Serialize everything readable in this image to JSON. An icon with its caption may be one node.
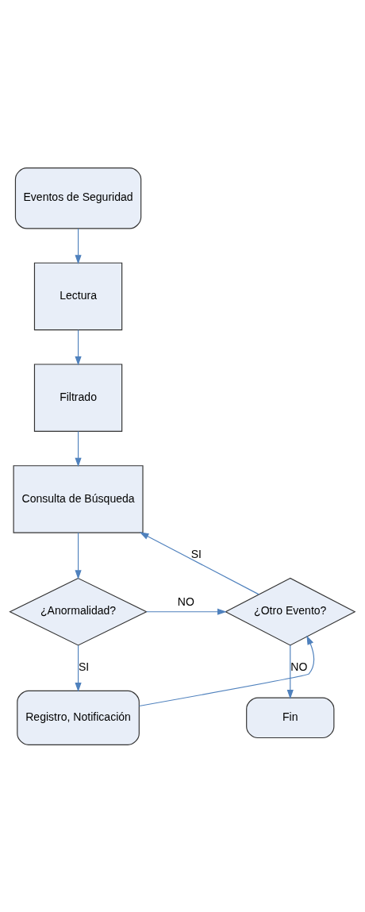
{
  "diagram": {
    "nodes": [
      {
        "text": [
          "Eventos de Seguridad"
        ]
      },
      {
        "text": [
          "Lectura"
        ]
      },
      {
        "text": [
          "Filtrado"
        ]
      },
      {
        "text": [
          "Consulta de Búsqueda"
        ]
      },
      {
        "text": [
          "¿Anormalidad?"
        ]
      },
      {
        "text": [
          "¿Otro Evento?"
        ]
      },
      {
        "text": [
          "Registro, Notificación"
        ]
      },
      {
        "text": [
          "Fin"
        ]
      }
    ],
    "edges": [
      {
        "from": 0,
        "to": 1,
        "arrow": "to"
      },
      {
        "from": 1,
        "to": 2,
        "arrow": "to"
      },
      {
        "from": 2,
        "to": 3,
        "arrow": "to"
      },
      {
        "from": 3,
        "to": 4,
        "arrow": "to"
      },
      {
        "from": 4,
        "to": 6,
        "arrow": "to",
        "label": "SI"
      },
      {
        "from": 4,
        "to": 5,
        "arrow": "to",
        "label": "NO"
      },
      {
        "from": 6,
        "to": 5,
        "arrow": "to"
      },
      {
        "from": 5,
        "to": 3,
        "arrow": "to",
        "label": "SI"
      },
      {
        "from": 5,
        "to": 7,
        "arrow": "to",
        "label": "NO"
      }
    ]
  }
}
